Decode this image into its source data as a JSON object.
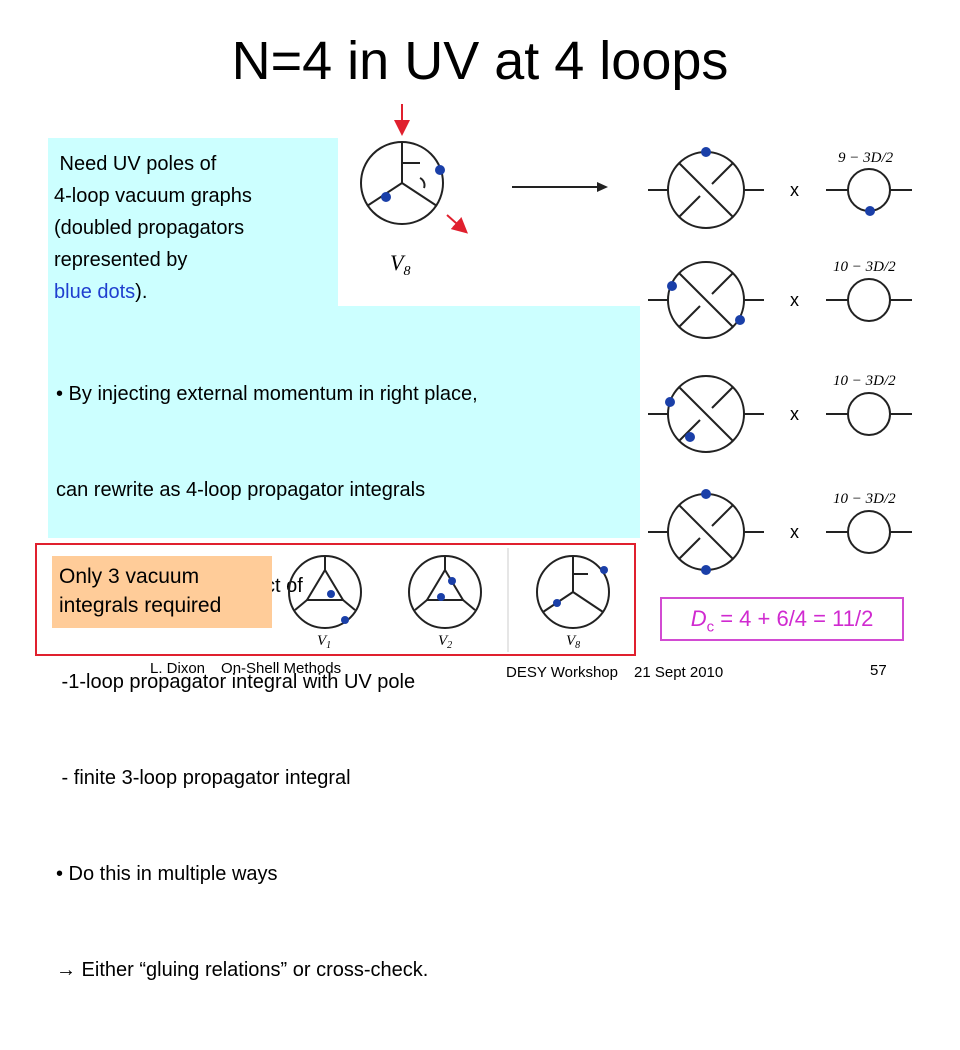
{
  "slide": {
    "title": "N=4 in UV at 4 loops"
  },
  "box1": {
    "line1": " Need UV poles of",
    "line2": "4-loop vacuum graphs",
    "line3": "(doubled propagators",
    "line4": "represented by",
    "blue_text": "blue dots",
    "tail": ")."
  },
  "box2": {
    "line1": "• By injecting external momentum in right place,",
    "line2": "can rewrite as 4-loop propagator integrals",
    "line3": "that factorize into product of",
    "line4": " -1-loop propagator integral with UV pole",
    "line5": " - finite 3-loop propagator integral",
    "line6": "• Do this in multiple ways",
    "arrow": "→",
    "line7": " Either “gluing relations” or cross-check."
  },
  "note": {
    "line1": "Only 3 vacuum",
    "line2": "integrals required"
  },
  "dc": {
    "symbol": "D",
    "subscript": "c",
    "rest": " = 4 + 6/4 = 11/2"
  },
  "diagram_labels": {
    "v8_main": "V",
    "v8_main_sub": "8",
    "v1": "V",
    "v1_sub": "1",
    "v2": "V",
    "v2_sub": "2",
    "v8_small": "V",
    "v8_small_sub": "8",
    "times": "x",
    "exp_row1": "9 − 3D/2",
    "exp_row2": "10 − 3D/2",
    "exp_row3": "10 − 3D/2",
    "exp_row4": "10 − 3D/2"
  },
  "footer": {
    "author": "L. Dixon",
    "course": "On-Shell Methods",
    "event": "DESY Workshop",
    "date": "21 Sept 2010",
    "page": "57"
  },
  "colors": {
    "cyan_box": "#ccffff",
    "orange_box": "#ffcc99",
    "red_frame": "#e0202e",
    "magenta": "#d02ad0",
    "dot_blue": "#1a3fa8"
  }
}
